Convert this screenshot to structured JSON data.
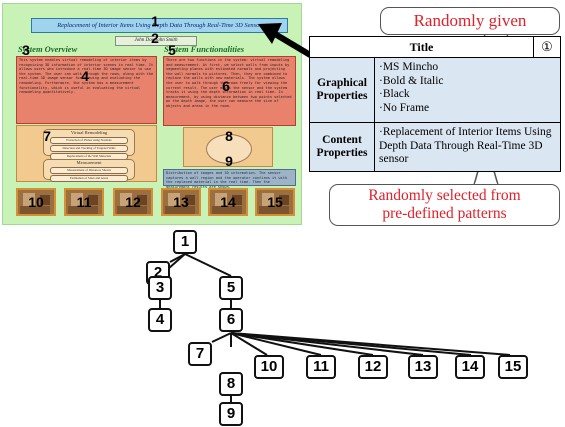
{
  "poster": {
    "title": "Replacement of Interior Items Using Depth Data Through Real-Time 3D Sensor",
    "authors": "John Doe  John Smith",
    "overview_heading": "System Overview",
    "functionalities_heading": "System Functionalities",
    "overview_text": "This system enables virtual remodeling of interior items by recognizing 3D information of interior scenes in real time. It allows users who introduce a real-time 3D image sensor to use the system. The user can walk through the room, along with the real-time 3D image sensor for viewing and evaluating the remodeling. Furthermore, the system has a measurement functionality, which is useful in evaluating the virtual remodeling quantitatively.",
    "functionalities_text": "There are two functions in the system: virtual remodeling and measurement. At first, we select walls from inputs by segmenting planes with estimated normals and projecting the wall normals to pictures. Then, they are combined to replace the walls with new materials. The system allows the user to walk through the room freely for viewing the current result. The user moves the sensor and the system tracks it using the depth information in real time. In measurement, by using distance between two points selected on the depth image, the user can measure the size of objects and areas in the room.",
    "diagram_a_title": "Virtual Remodeling",
    "diagram_a_items": [
      "Extraction of Planes using Normals",
      "Detection and Tracking of Targeted Walls",
      "Replacement of the Wall Materials"
    ],
    "diagram_b_title": "Measurement",
    "diagram_b_items": [
      "Measurement of Distances Shown",
      "Estimation of Sizes and Areas"
    ],
    "blue_text": "Distribution of images and 3D information. The sensor captures a wall region and the operator confirms it with the replaced material in the real time. Then the measurement results are shown."
  },
  "labels": [
    "1",
    "2",
    "3",
    "4",
    "5",
    "6",
    "7",
    "8",
    "9",
    "10",
    "11",
    "12",
    "13",
    "14",
    "15"
  ],
  "callouts": {
    "top": "Randomly given",
    "bottom_line1": "Randomly selected from",
    "bottom_line2": "pre-defined patterns"
  },
  "table": {
    "header_title": "Title",
    "header_number": "①",
    "graphical_label_1": "Graphical",
    "graphical_label_2": "Properties",
    "graphical_values": [
      "·MS Mincho",
      "·Bold & Italic",
      "·Black",
      "·No Frame"
    ],
    "content_label_1": "Content",
    "content_label_2": "Properties",
    "content_value": "·Replacement of Interior Items Using Depth Data Through Real-Time 3D sensor"
  },
  "colors": {
    "poster_bg": "#c9f3b6",
    "text_box_red": "#e8826c",
    "diagram_tan": "#f2c98f",
    "table_fill": "#dbe6f3",
    "callout_text": "#e0202a"
  }
}
